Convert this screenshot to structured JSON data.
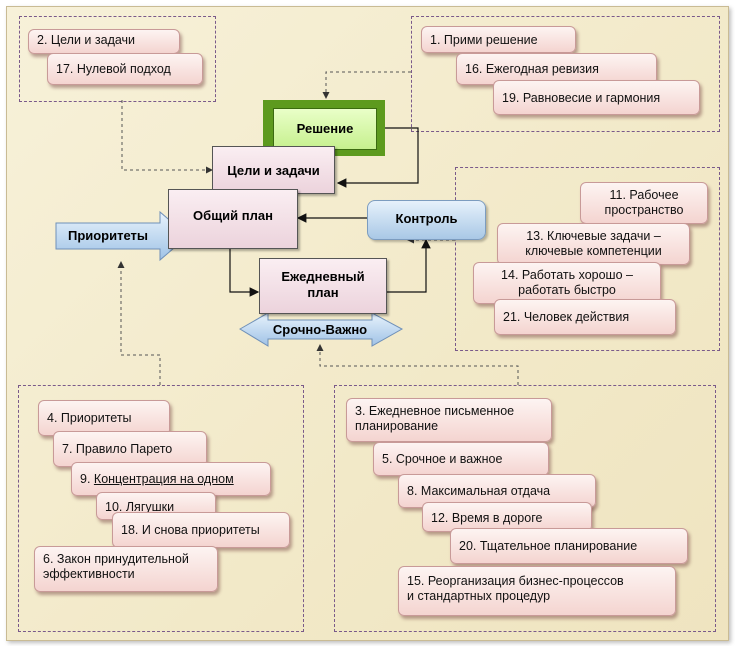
{
  "center": {
    "reshenie": "Решение",
    "tseli": "Цели и задачи",
    "obshchiy_plan": "Общий план",
    "ezhednevny_line1": "Ежедневный",
    "ezhednevny_line2": "план",
    "kontrol": "Контроль",
    "prioritety": "Приоритеты",
    "srochno": "Срочно-Важно"
  },
  "group_top_left": [
    "2. Цели и задачи",
    "17. Нулевой подход"
  ],
  "group_top_right": [
    "1. Прими решение",
    "16. Ежегодная ревизия",
    "19. Равновесие и гармония"
  ],
  "group_right": {
    "c11_line1": "11. Рабочее",
    "c11_line2": "пространство",
    "c13_line1": "13. Ключевые задачи –",
    "c13_line2": "ключевые компетенции",
    "c14_line1": "14. Работать хорошо –",
    "c14_line2": "работать быстро",
    "c21": "21. Человек действия"
  },
  "group_bottom_left": {
    "c4": "4. Приоритеты",
    "c7": "7. Правило Парето",
    "c9_num": "9. ",
    "c9_text": "Концентрация на одном",
    "c10": "10. Лягушки",
    "c18": "18. И снова приоритеты",
    "c6_line1": "6. Закон принудительной",
    "c6_line2": "эффективности"
  },
  "group_bottom_right": {
    "c3_line1": "3. Ежедневное письменное",
    "c3_line2": "планирование",
    "c5": "5. Срочное и важное",
    "c8": "8. Максимальная отдача",
    "c12": "12. Время в дороге",
    "c20": "20. Тщательное планирование",
    "c15_line1": "15. Реорганизация бизнес-процессов",
    "c15_line2": "и стандартных процедур"
  }
}
